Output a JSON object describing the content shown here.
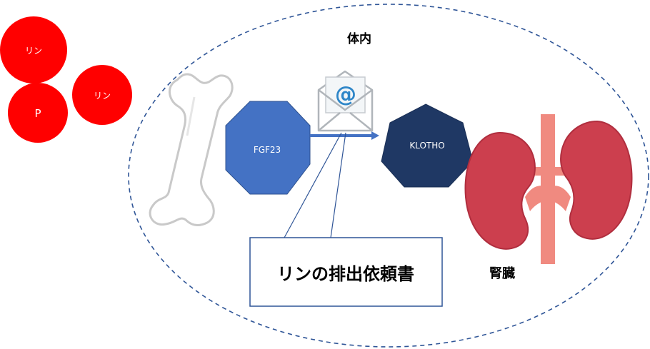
{
  "body_label": "体内",
  "phosphate_circles": [
    {
      "label": "リン"
    },
    {
      "label": "リン"
    },
    {
      "label": "P"
    }
  ],
  "fgf23_label": "FGF23",
  "klotho_label": "KLOTHO",
  "mail_at_symbol": "@",
  "callout_text": "リンの排出依頼書",
  "kidney_label": "腎臓",
  "colors": {
    "phosphate": "#ff0000",
    "fgf23": "#4472c4",
    "klotho": "#1f3864",
    "kidney": "#cc3f4e",
    "vessel": "#f08a80",
    "arrow": "#4472c4",
    "dashed_outline": "#2f5597"
  },
  "icons": [
    "bone-icon",
    "envelope-at-icon",
    "kidney-icon"
  ]
}
